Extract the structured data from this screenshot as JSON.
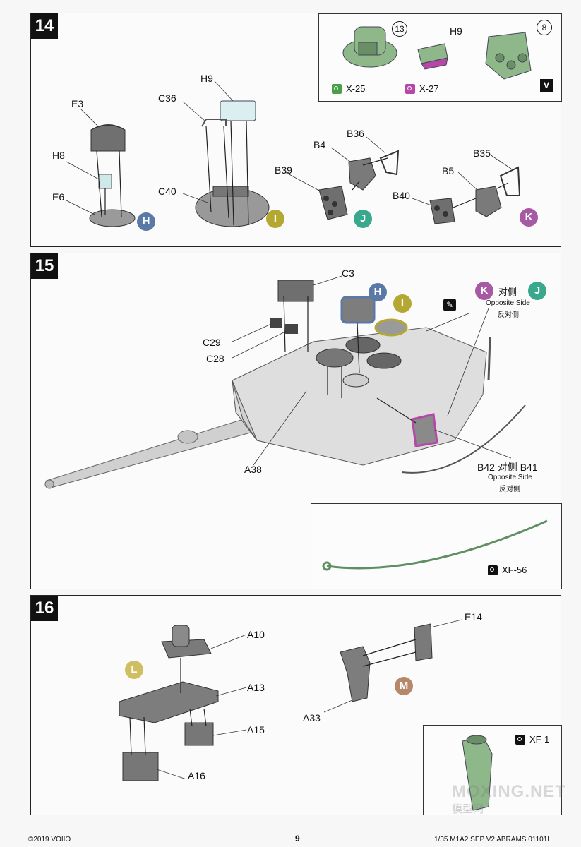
{
  "colors": {
    "H": "#5a79a7",
    "I": "#b5a832",
    "J": "#3aa88c",
    "K": "#a65aa3",
    "L": "#cfbf62",
    "M": "#b7876a",
    "green": "#8fb88a",
    "gray": "#8c8c8c",
    "clear": "#cfe8ea",
    "magenta": "#b447a8"
  },
  "step14": {
    "number": "14",
    "parts": {
      "h9": "H9",
      "e3": "E3",
      "c36": "C36",
      "h8": "H8",
      "e6": "E6",
      "c40": "C40",
      "b36": "B36",
      "b4": "B4",
      "b39": "B39",
      "b35": "B35",
      "b5": "B5",
      "b40": "B40"
    },
    "markers": {
      "h": "H",
      "i": "I",
      "j": "J",
      "k": "K"
    },
    "inset": {
      "num13": "13",
      "h9": "H9",
      "num8": "8",
      "ref1": "X-25",
      "ref2": "X-27",
      "v_icon": "V"
    }
  },
  "step15": {
    "number": "15",
    "parts": {
      "c3": "C3",
      "c29": "C29",
      "c28": "C28",
      "a38": "A38"
    },
    "markers": {
      "h": "H",
      "i": "I",
      "k": "K",
      "j": "J"
    },
    "opp_cn": "对侧",
    "opp_en": "Opposite Side",
    "opp_cn2": "反对侧",
    "b42_label": "B42 对侧 B41",
    "b42_en": "Opposite Side",
    "b42_cn2": "反对侧",
    "inset": {
      "ref": "XF-56"
    }
  },
  "step16": {
    "number": "16",
    "parts": {
      "a10": "A10",
      "a13": "A13",
      "a15": "A15",
      "a16": "A16",
      "e14": "E14",
      "a33": "A33"
    },
    "markers": {
      "l": "L",
      "m": "M"
    },
    "inset": {
      "ref": "XF-1"
    }
  },
  "footer": {
    "copyright": "©2019 VOIIO",
    "page": "9",
    "title": "1/35 M1A2 SEP V2 ABRAMS 01101I"
  },
  "watermark": {
    "main": "MOXING.NET",
    "sub": "模型网"
  }
}
